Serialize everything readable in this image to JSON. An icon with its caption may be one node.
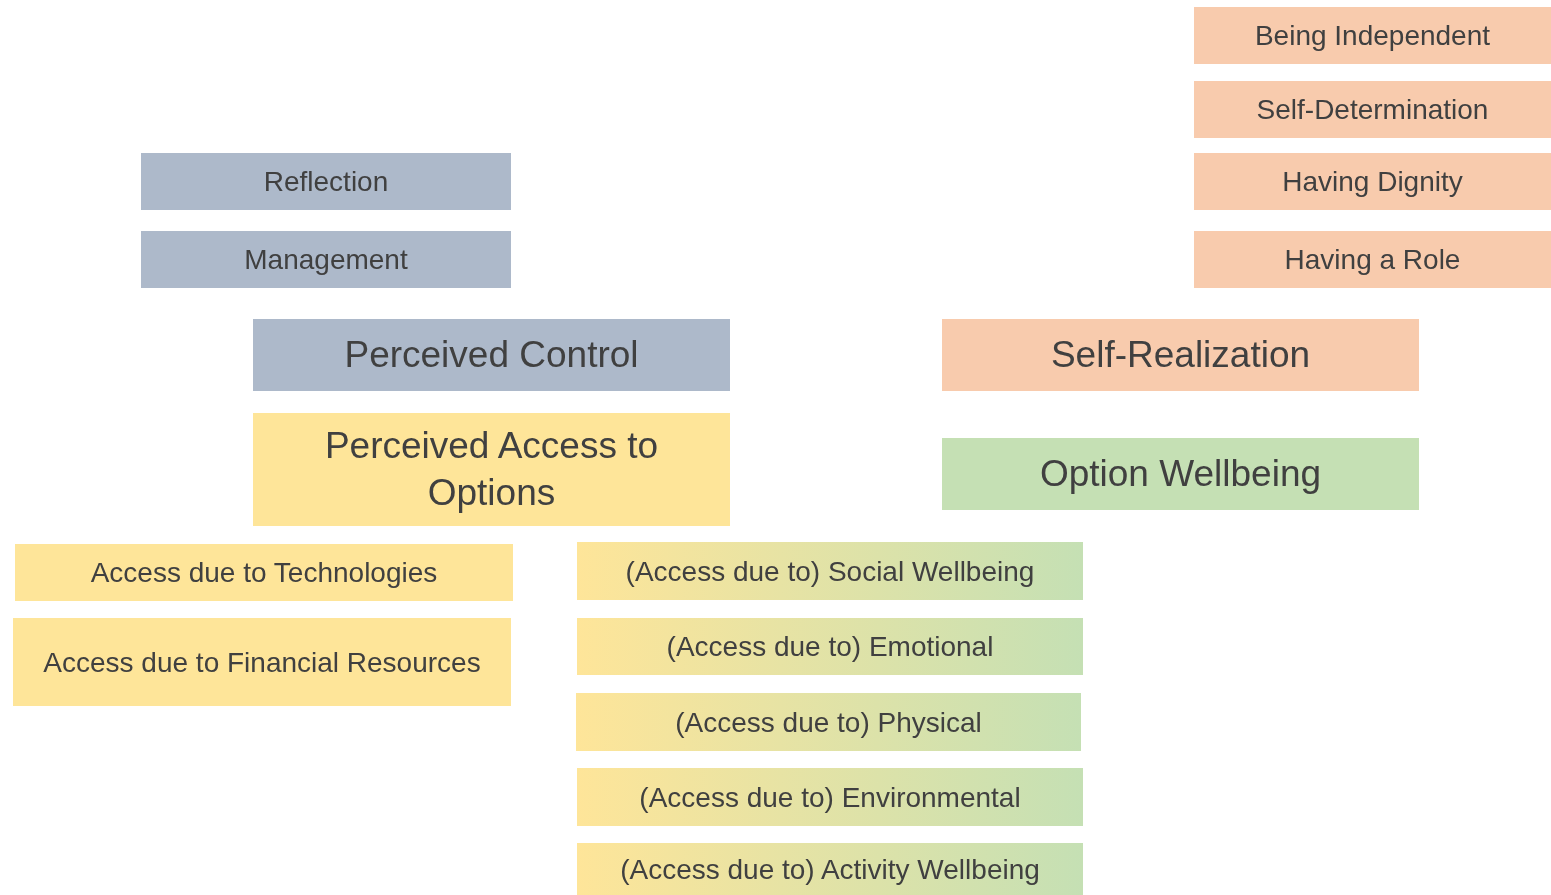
{
  "diagram": {
    "nodes": [
      {
        "text": [
          "Being Independent"
        ]
      },
      {
        "text": [
          "Self-Determination"
        ]
      },
      {
        "text": [
          "Reflection"
        ]
      },
      {
        "text": [
          "Having Dignity"
        ]
      },
      {
        "text": [
          "Management"
        ]
      },
      {
        "text": [
          "Having a Role"
        ]
      },
      {
        "text": [
          "Perceived Control"
        ]
      },
      {
        "text": [
          "Self-Realization"
        ]
      },
      {
        "text": [
          "Perceived Access to Options"
        ]
      },
      {
        "text": [
          "Option Wellbeing"
        ]
      },
      {
        "text": [
          "(Access due to) Social Wellbeing"
        ]
      },
      {
        "text": [
          "Access due to Technologies"
        ]
      },
      {
        "text": [
          "(Access due to) Emotional"
        ]
      },
      {
        "text": [
          "Access due to Financial Resources"
        ]
      },
      {
        "text": [
          "(Access due to) Physical"
        ]
      },
      {
        "text": [
          "(Access due to) Environmental"
        ]
      },
      {
        "text": [
          "(Access due to) Activity Wellbeing"
        ]
      }
    ]
  }
}
